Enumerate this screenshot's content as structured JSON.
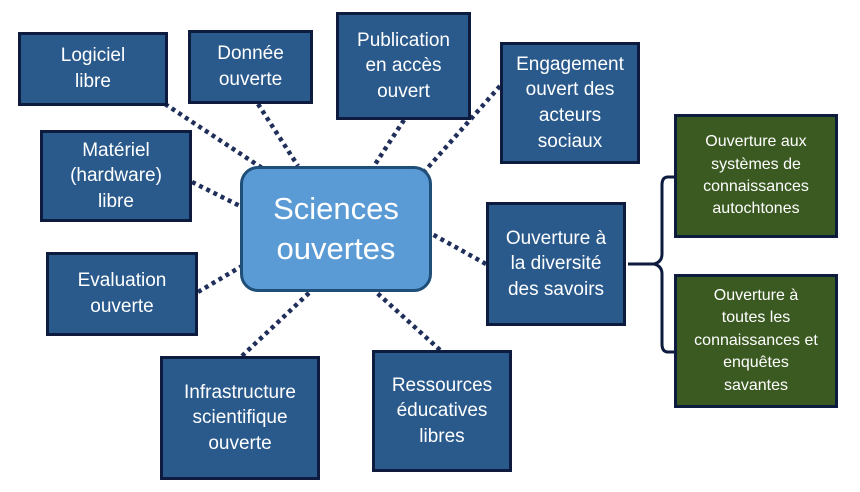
{
  "diagram": {
    "center": {
      "label": "Sciences\nouvertes"
    },
    "nodes": {
      "logiciel": "Logiciel\nlibre",
      "donnee": "Donnée\nouverte",
      "publication": "Publication\nen accès\nouvert",
      "engagement": "Engagement\nouvert des\nacteurs\nsociaux",
      "materiel": "Matériel\n(hardware)\nlibre",
      "evaluation": "Evaluation\nouverte",
      "infrastructure": "Infrastructure\nscientifique\nouverte",
      "ressources": "Ressources\néducatives\nlibres",
      "diversite": "Ouverture à\nla diversité\ndes savoirs"
    },
    "sub_nodes": {
      "autochtones": "Ouverture aux\nsystèmes de\nconnaissances\nautochtones",
      "enquetes": "Ouverture à\ntoutes les\nconnaissances et\nenquêtes\nsavantes"
    },
    "colors": {
      "node_fill": "#2a5a8c",
      "node_border": "#0d1b3e",
      "center_fill": "#5b9bd5",
      "center_border": "#1f4e79",
      "sub_node_fill": "#3b5a22",
      "connector": "#1f2f5a"
    }
  }
}
